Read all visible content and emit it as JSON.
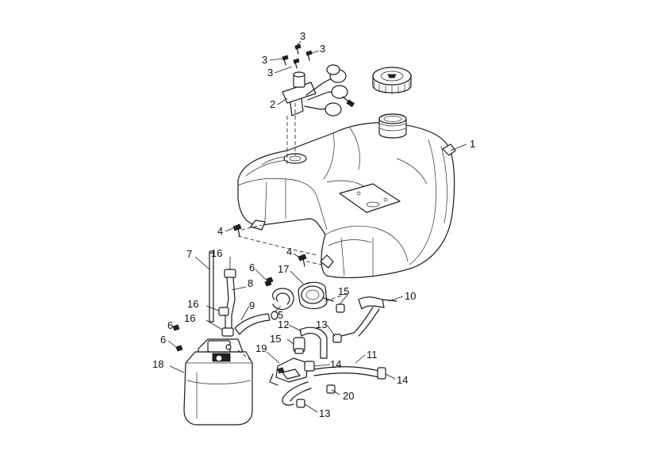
{
  "callouts": [
    {
      "id": "c1",
      "text": "1"
    },
    {
      "id": "c2",
      "text": "2"
    },
    {
      "id": "c3a",
      "text": "3"
    },
    {
      "id": "c3b",
      "text": "3"
    },
    {
      "id": "c3c",
      "text": "3"
    },
    {
      "id": "c3d",
      "text": "3"
    },
    {
      "id": "c4a",
      "text": "4"
    },
    {
      "id": "c4b",
      "text": "4"
    },
    {
      "id": "c5",
      "text": "5"
    },
    {
      "id": "c6a",
      "text": "6"
    },
    {
      "id": "c6b",
      "text": "6"
    },
    {
      "id": "c6c",
      "text": "6"
    },
    {
      "id": "c7",
      "text": "7"
    },
    {
      "id": "c8",
      "text": "8"
    },
    {
      "id": "c9",
      "text": "9"
    },
    {
      "id": "c10",
      "text": "10"
    },
    {
      "id": "c11",
      "text": "11"
    },
    {
      "id": "c12",
      "text": "12"
    },
    {
      "id": "c13a",
      "text": "13"
    },
    {
      "id": "c13b",
      "text": "13"
    },
    {
      "id": "c14a",
      "text": "14"
    },
    {
      "id": "c14b",
      "text": "14"
    },
    {
      "id": "c15a",
      "text": "15"
    },
    {
      "id": "c15b",
      "text": "15"
    },
    {
      "id": "c16a",
      "text": "16"
    },
    {
      "id": "c16b",
      "text": "16"
    },
    {
      "id": "c16c",
      "text": "16"
    },
    {
      "id": "c17",
      "text": "17"
    },
    {
      "id": "c18",
      "text": "18"
    },
    {
      "id": "c19",
      "text": "19"
    },
    {
      "id": "c20",
      "text": "20"
    }
  ]
}
